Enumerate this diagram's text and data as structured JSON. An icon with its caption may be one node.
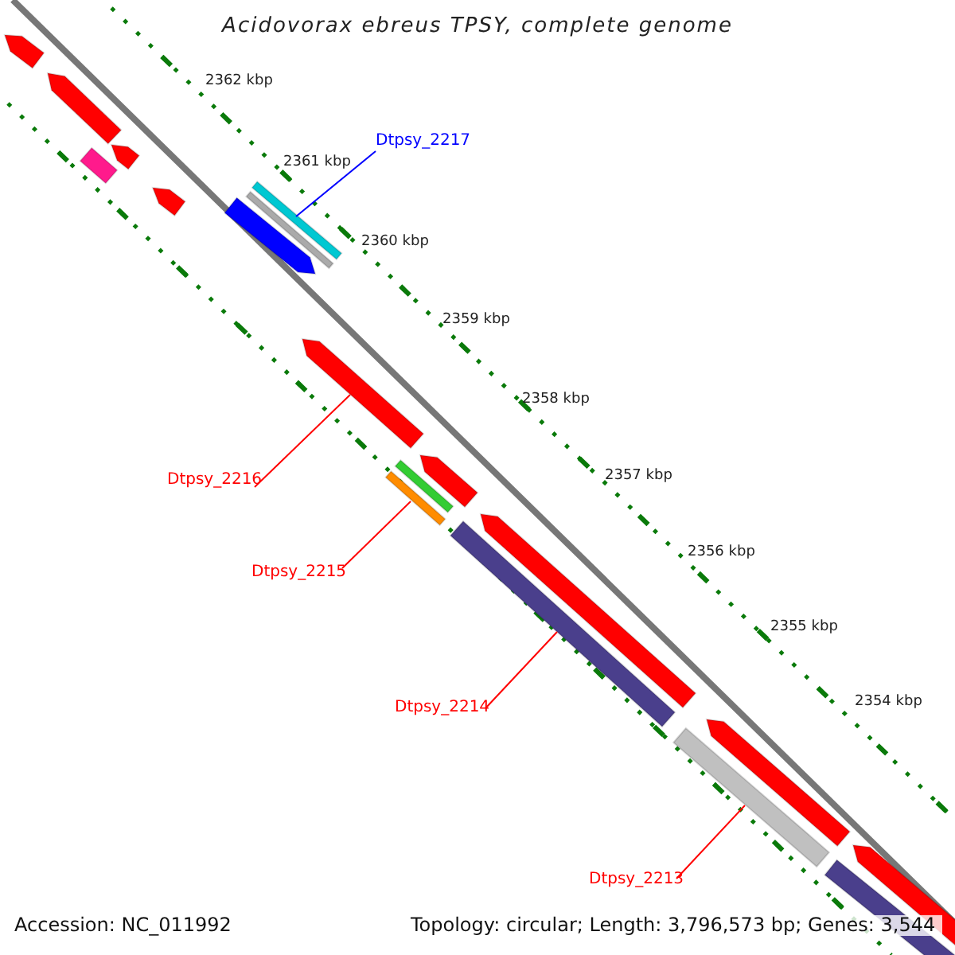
{
  "diagram": {
    "title": "Acidovorax ebreus TPSY, complete genome",
    "nodes": [
      {
        "text": [],
        "shape": "arrow"
      },
      {
        "text": [],
        "shape": "arrow"
      },
      {
        "text": [
          "Dtpsy_2217"
        ]
      },
      {
        "text": [],
        "shape": "arrow"
      },
      {
        "text": [],
        "shape": "bar"
      },
      {
        "text": [],
        "shape": "bar"
      },
      {
        "text": [],
        "shape": "arrow"
      },
      {
        "text": [],
        "shape": "bar"
      },
      {
        "text": [],
        "shape": "arrow"
      },
      {
        "text": [],
        "shape": "arrow"
      },
      {
        "text": [],
        "shape": "arrow"
      },
      {
        "text": [],
        "shape": "bar"
      },
      {
        "text": [
          "Dtpsy_2216"
        ]
      },
      {
        "text": [],
        "shape": "bar"
      },
      {
        "text": [],
        "shape": "arrow"
      },
      {
        "text": [],
        "shape": "bar"
      },
      {
        "text": [
          "Dtpsy_2215"
        ]
      },
      {
        "text": [
          "Dtpsy_2214"
        ]
      },
      {
        "text": [],
        "shape": "arrow"
      },
      {
        "text": [],
        "shape": "bar"
      },
      {
        "text": [],
        "shape": "arrow"
      },
      {
        "text": [],
        "shape": "bar"
      },
      {
        "text": [
          "Dtpsy_2213"
        ]
      }
    ],
    "edges": [
      {
        "from": 2,
        "to": 5,
        "arrow": "none",
        "color": "#0000ff"
      },
      {
        "from": 12,
        "to": 9,
        "arrow": "none"
      },
      {
        "from": 16,
        "to": 13,
        "arrow": "none"
      },
      {
        "from": 17,
        "to": 15,
        "arrow": "none"
      },
      {
        "from": 22,
        "to": 19,
        "arrow": "none"
      }
    ],
    "labels": [
      "2362 kbp",
      "2361 kbp",
      "2360 kbp",
      "2359 kbp",
      "2358 kbp",
      "2357 kbp",
      "2356 kbp",
      "2355 kbp",
      "2354 kbp",
      "Accession: NC_011992",
      "Topology: circular; Length: 3,796,573 bp; Genes: 3,544"
    ]
  }
}
